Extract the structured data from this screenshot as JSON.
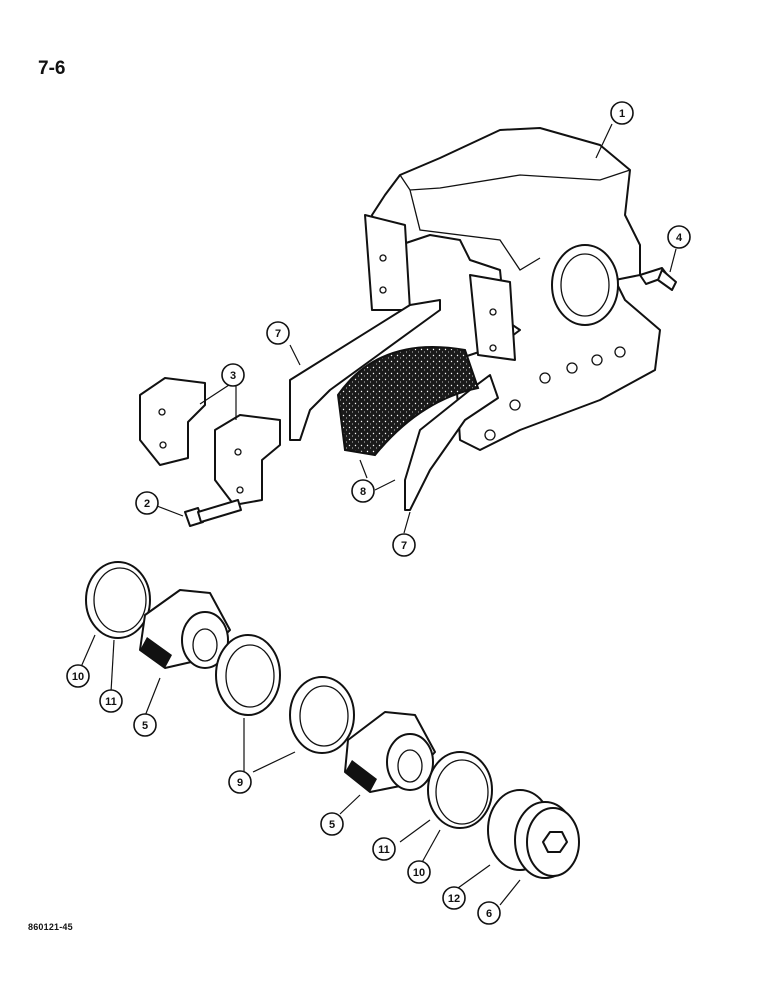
{
  "page": {
    "number": "7-6",
    "figure_code": "860121-45"
  },
  "callouts": [
    {
      "id": "c1",
      "label": "1"
    },
    {
      "id": "c2",
      "label": "2"
    },
    {
      "id": "c3",
      "label": "3"
    },
    {
      "id": "c4",
      "label": "4"
    },
    {
      "id": "c5a",
      "label": "5"
    },
    {
      "id": "c5b",
      "label": "5"
    },
    {
      "id": "c6",
      "label": "6"
    },
    {
      "id": "c7a",
      "label": "7"
    },
    {
      "id": "c7b",
      "label": "7"
    },
    {
      "id": "c8",
      "label": "8"
    },
    {
      "id": "c9",
      "label": "9"
    },
    {
      "id": "c10a",
      "label": "10"
    },
    {
      "id": "c10b",
      "label": "10"
    },
    {
      "id": "c11a",
      "label": "11"
    },
    {
      "id": "c11b",
      "label": "11"
    },
    {
      "id": "c12",
      "label": "12"
    }
  ],
  "colors": {
    "ink": "#111111",
    "paper": "#ffffff",
    "lining": "#1a1a1a"
  }
}
